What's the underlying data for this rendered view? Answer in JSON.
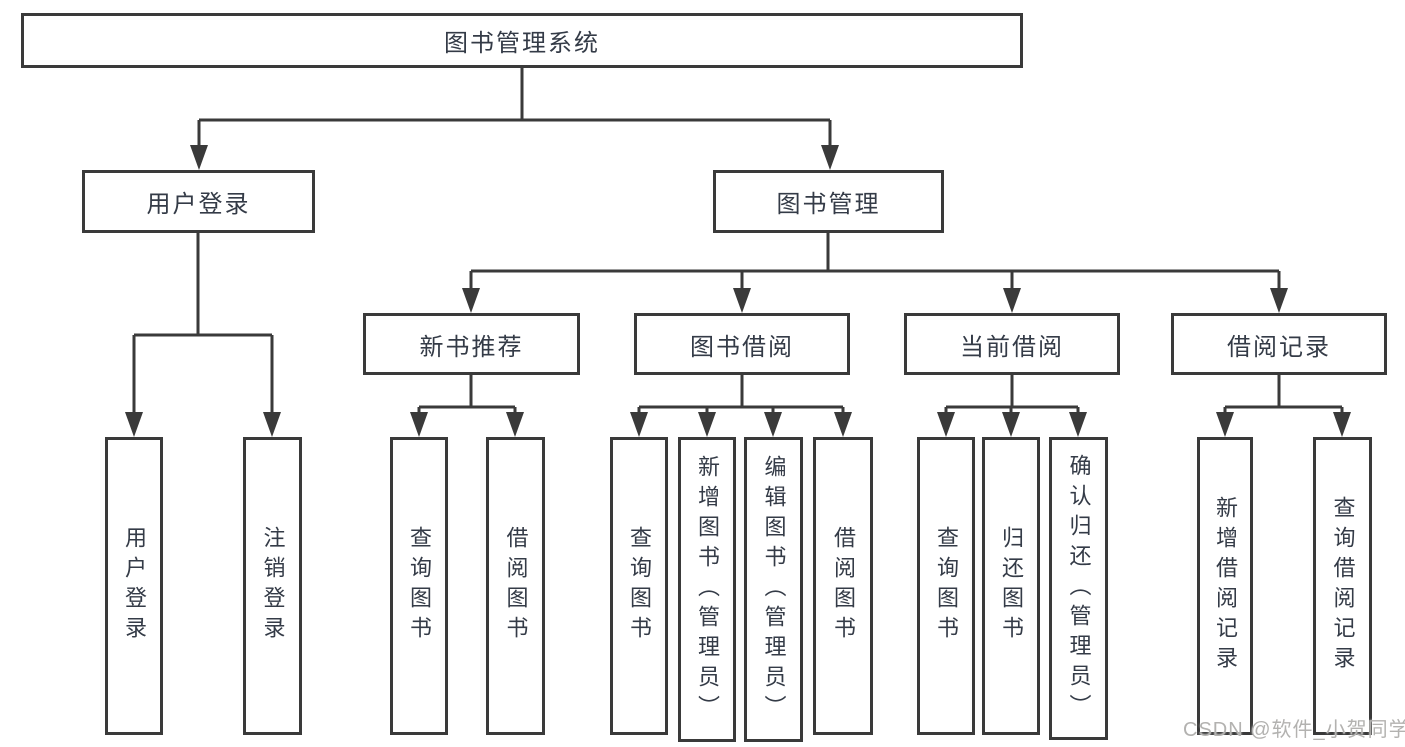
{
  "diagram_type": "hierarchy-tree",
  "watermark": "CSDN @软件_小贺同学",
  "colors": {
    "line": "#3a3a3a",
    "box_border": "#3a3a3a",
    "text": "#343b47",
    "watermark": "#b3b2b0",
    "background": "#ffffff"
  },
  "tree": {
    "root": {
      "label": "图书管理系统",
      "children": [
        {
          "label": "用户登录",
          "children": [
            {
              "label": "用户登录"
            },
            {
              "label": "注销登录"
            }
          ]
        },
        {
          "label": "图书管理",
          "children": [
            {
              "label": "新书推荐",
              "children": [
                {
                  "label": "查询图书"
                },
                {
                  "label": "借阅图书"
                }
              ]
            },
            {
              "label": "图书借阅",
              "children": [
                {
                  "label": "查询图书"
                },
                {
                  "label": "新增图书（管理员）"
                },
                {
                  "label": "编辑图书（管理员）"
                },
                {
                  "label": "借阅图书"
                }
              ]
            },
            {
              "label": "当前借阅",
              "children": [
                {
                  "label": "查询图书"
                },
                {
                  "label": "归还图书"
                },
                {
                  "label": "确认归还（管理员）"
                }
              ]
            },
            {
              "label": "借阅记录",
              "children": [
                {
                  "label": "新增借阅记录"
                },
                {
                  "label": "查询借阅记录"
                }
              ]
            }
          ]
        }
      ]
    }
  }
}
